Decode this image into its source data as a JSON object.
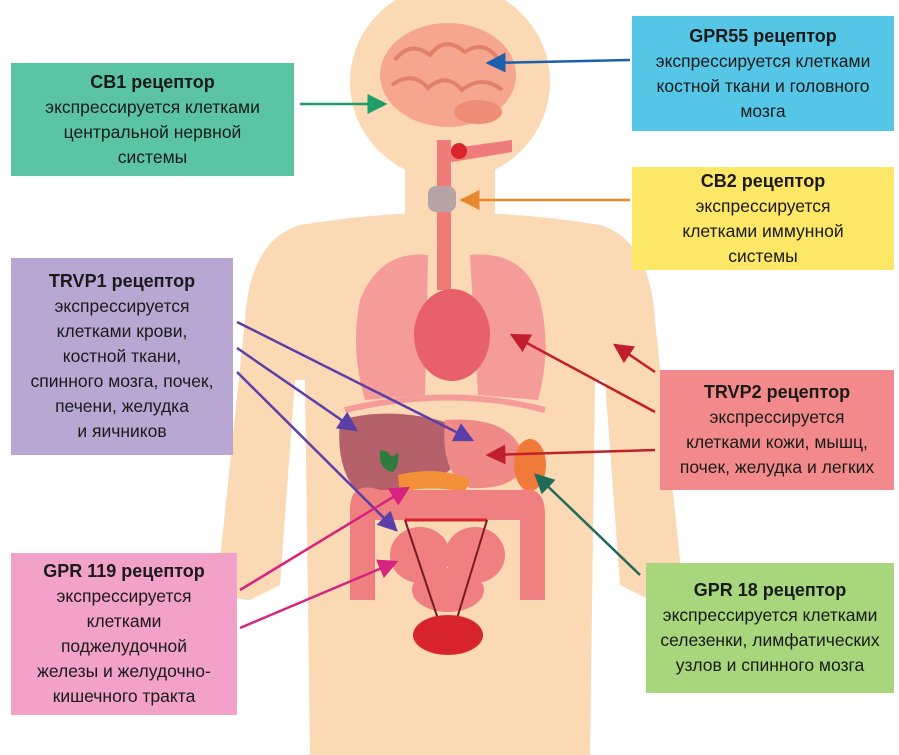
{
  "colors": {
    "body_skin": "#fad9b4",
    "cb1": "#5bc4a5",
    "gpr55": "#55c6e6",
    "cb2": "#fce767",
    "trvp1": "#b9a7d3",
    "trvp2": "#f28a8c",
    "gpr119": "#f2a1c9",
    "gpr18": "#a8d67d"
  },
  "receptors": {
    "cb1": {
      "title": "СВ1 рецептор",
      "description": "экспрессируется клетками\nцентральной нервной\nсистемы"
    },
    "gpr55": {
      "title": "GPR55 рецептор",
      "description": "экспрессируется клетками\nкостной ткани и головного\nмозга"
    },
    "cb2": {
      "title": "СВ2 рецептор",
      "description": "экспрессируется\nклетками иммунной\nсистемы"
    },
    "trvp1": {
      "title": "TRVP1 рецептор",
      "description": "экспрессируется\nклетками крови,\nкостной ткани,\nспинного мозга, почек,\nпечени, желудка\nи яичников"
    },
    "trvp2": {
      "title": "TRVP2 рецептор",
      "description": "экспрессируется\nклетками кожи, мышц,\nпочек, желудка и легких"
    },
    "gpr119": {
      "title": "GPR 119 рецептор",
      "description": "экспрессируется\nклетками\nподжелудочной\nжелезы и желудочно-\nкишечного тракта"
    },
    "gpr18": {
      "title": "GPR 18 рецептор",
      "description": "экспрессируется клетками\nселезенки, лимфатических\nузлов и спинного мозга"
    }
  }
}
